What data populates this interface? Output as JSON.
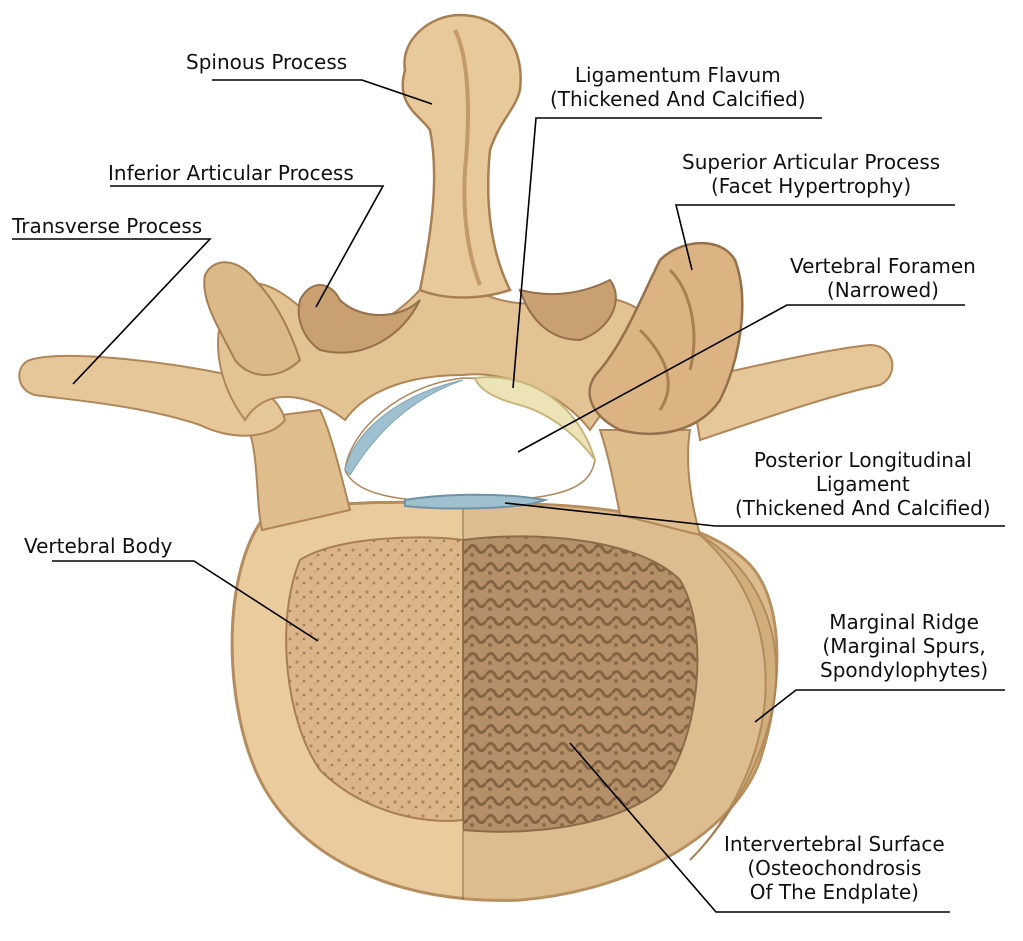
{
  "labels": {
    "spinous_process": "Spinous Process",
    "ligamentum_flavum": [
      "Ligamentum Flavum",
      "(Thickened And Calcified)"
    ],
    "inferior_articular_process": "Inferior Articular Process",
    "superior_articular_process": [
      "Superior Articular Process",
      "(Facet Hypertrophy)"
    ],
    "transverse_process": "Transverse Process",
    "vertebral_foramen": [
      "Vertebral Foramen",
      "(Narrowed)"
    ],
    "posterior_longitudinal_ligament": [
      "Posterior Longitudinal",
      "Ligament",
      "(Thickened And Calcified)"
    ],
    "vertebral_body": "Vertebral Body",
    "marginal_ridge": [
      "Marginal Ridge",
      "(Marginal Spurs,",
      "Spondylophytes)"
    ],
    "intervertebral_surface": [
      "Intervertebral Surface",
      "(Osteochondrosis",
      "Of The Endplate)"
    ]
  },
  "colors": {
    "bone": "#e6c79a",
    "bone_dark": "#c59d6a",
    "bone_shadow": "#a77f52",
    "cancellous_light": "#d9b487",
    "cancellous_dark": "#6e4e33",
    "ligament_flavum": "#ece3b6",
    "ligament_blue": "#9fc0cf",
    "leader_line": "#000000"
  }
}
